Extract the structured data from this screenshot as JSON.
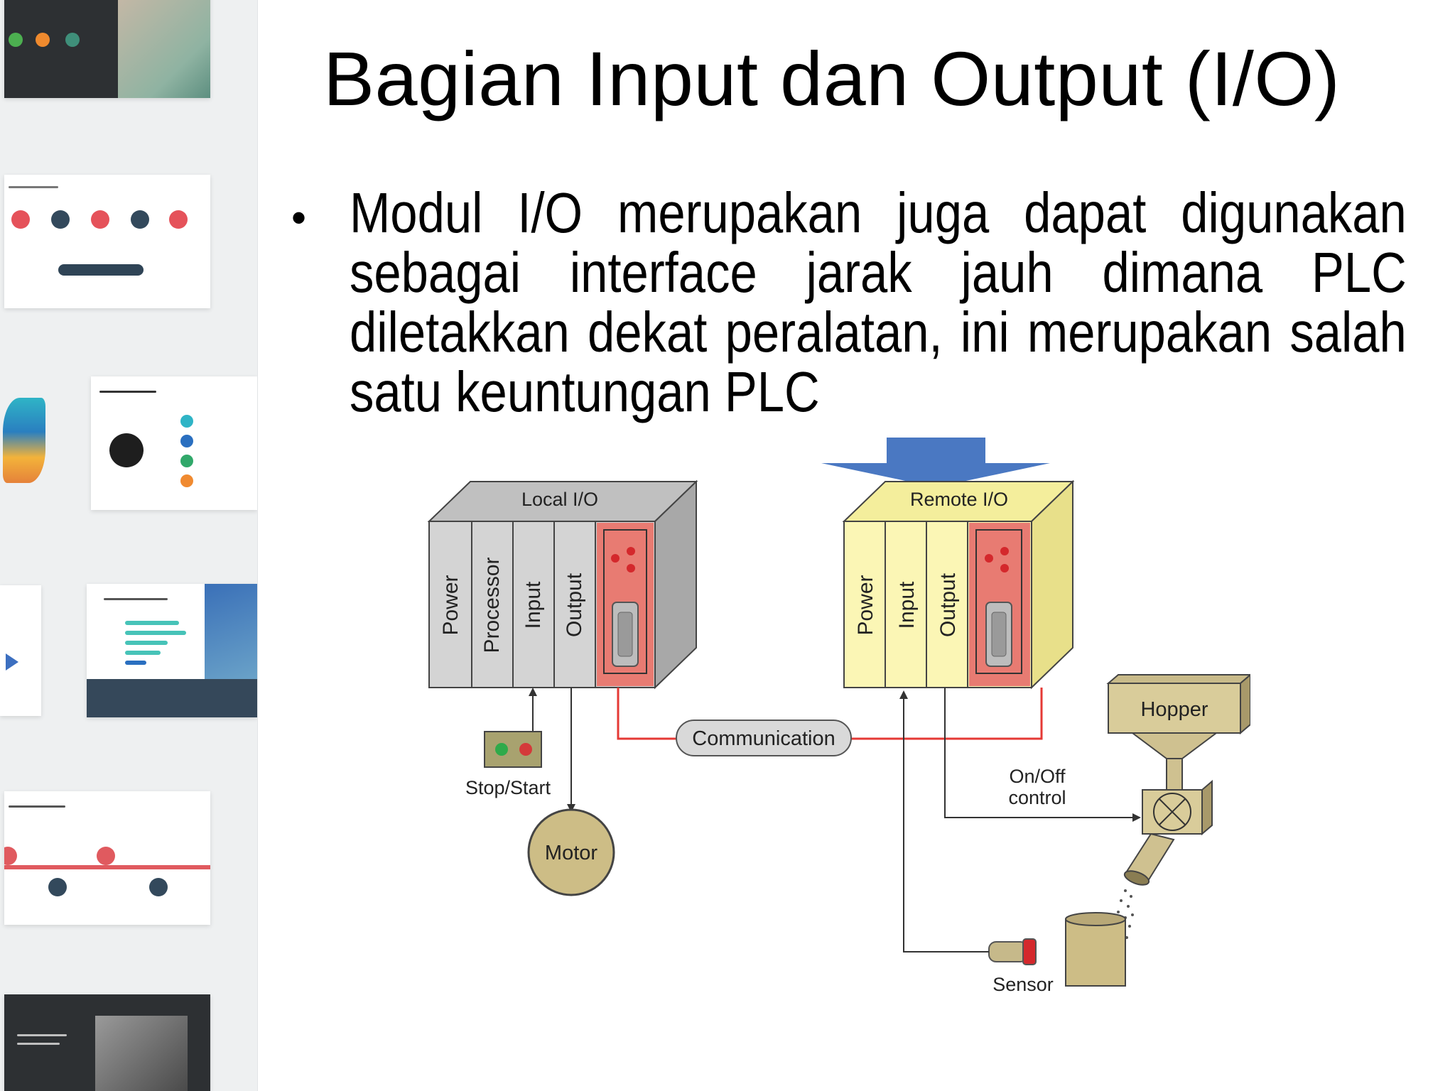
{
  "slide": {
    "title": "Bagian Input dan Output (I/O)",
    "bullet": "Modul I/O merupakan juga dapat digunakan sebagai interface jarak jauh dimana PLC diletakkan dekat peralatan, ini merupakan salah satu keuntungan PLC"
  },
  "diagram": {
    "local_header": "Local I/O",
    "remote_header": "Remote I/O",
    "local_modules": [
      "Power",
      "Processor",
      "Input",
      "Output"
    ],
    "remote_modules": [
      "Power",
      "Input",
      "Output"
    ],
    "communication": "Communication",
    "stop_start": "Stop/Start",
    "motor": "Motor",
    "hopper": "Hopper",
    "onoff_line1": "On/Off",
    "onoff_line2": "control",
    "sensor": "Sensor"
  },
  "colors": {
    "local_face": "#d4d4d4",
    "remote_face": "#fbf6b5",
    "comm_panel": "#e87b72",
    "signal_line": "#e53935",
    "arrow": "#4a78c2"
  }
}
